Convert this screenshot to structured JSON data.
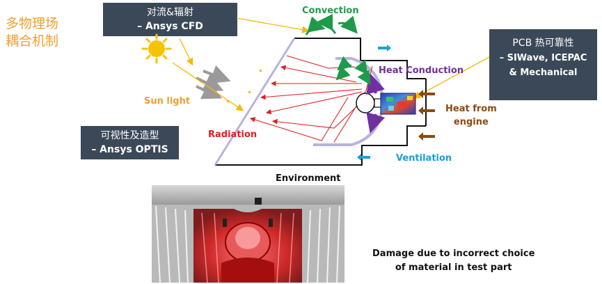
{
  "title_cn": [
    "多物理场",
    "耦合机制"
  ],
  "callouts": {
    "cfd": [
      "对流&辐射",
      "– Ansys CFD"
    ],
    "pcb": [
      "PCB 热可靠性",
      "– SIWave, ICEPAC",
      "& Mechanical"
    ],
    "optis": [
      "可视性及造型",
      "– Ansys OPTIS"
    ]
  },
  "labels": {
    "convection": "Convection",
    "sun_light": "Sun light",
    "radiation": "Radiation",
    "heat_conduction": "Heat Conduction",
    "heat_from_engine": [
      "Heat from",
      "engine"
    ],
    "ventilation": "Ventilation",
    "environment": "Environment",
    "damage_note": [
      "Damage due to incorrect choice",
      "of material in test part"
    ]
  },
  "colors": {
    "title": "#f0a030",
    "callout_bg": "#3b4858",
    "convection": "#1f9a4a",
    "sun": "#f5c400",
    "radiation": "#e02020",
    "heat_conduction": "#7030a0",
    "engine": "#8a4a10",
    "ventilation": "#1aa0d8"
  },
  "icons": [
    "sun-icon",
    "wind-arrows-icon",
    "bulb-icon",
    "pcb-board-icon",
    "reflector-icon"
  ]
}
